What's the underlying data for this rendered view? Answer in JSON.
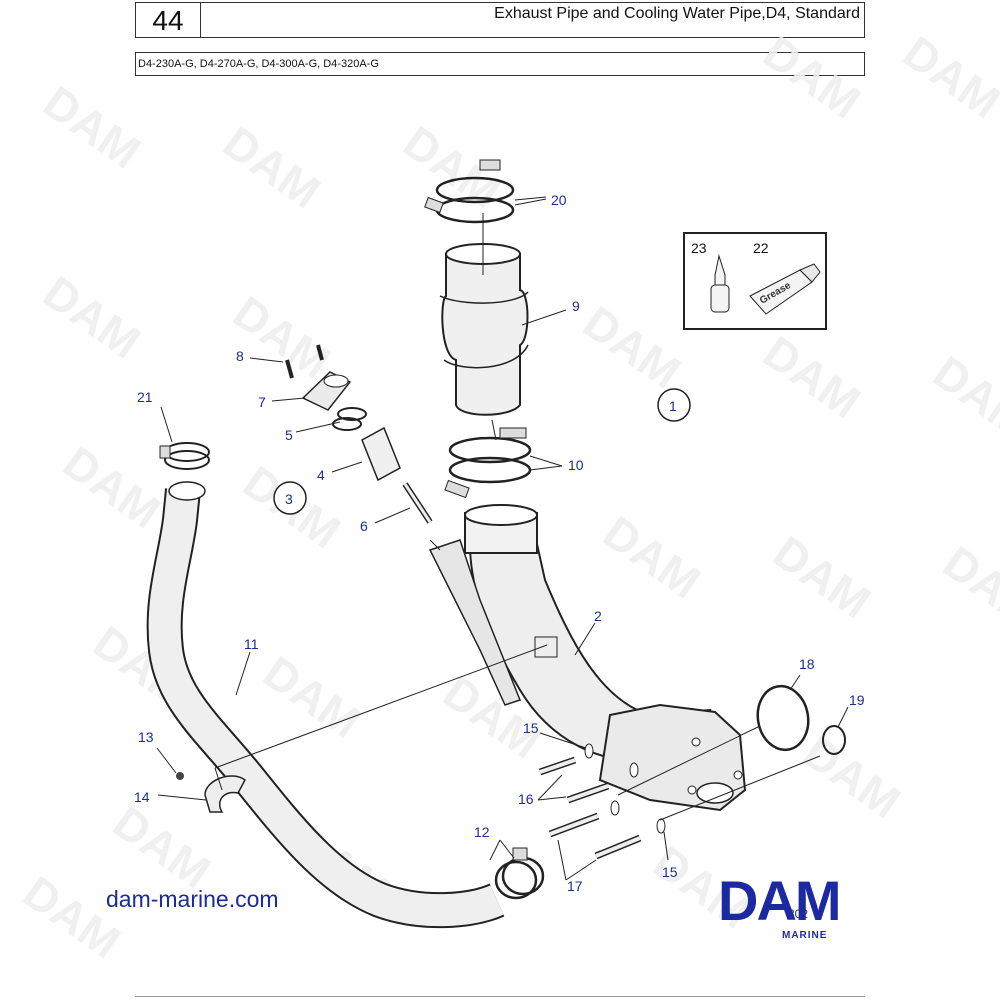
{
  "header": {
    "page_number": "44",
    "title": "Exhaust Pipe and Cooling Water Pipe,D4, Standard",
    "models": "D4-230A-G, D4-270A-G, D4-300A-G, D4-320A-G"
  },
  "inset": {
    "label_left": "23",
    "label_right": "22",
    "tube_text": "Grease"
  },
  "callouts": {
    "c1": "1",
    "c2": "2",
    "c3": "3",
    "c4": "4",
    "c5": "5",
    "c6": "6",
    "c7": "7",
    "c8": "8",
    "c9": "9",
    "c10": "10",
    "c11": "11",
    "c12": "12",
    "c13": "13",
    "c14": "14",
    "c15a": "15",
    "c15b": "15",
    "c16": "16",
    "c17": "17",
    "c18": "18",
    "c19": "19",
    "c20": "20",
    "c21": "21"
  },
  "footer": {
    "website": "dam-marine.com",
    "logo": "DAM",
    "logo_sub": "MARINE",
    "partial_code": "302"
  },
  "colors": {
    "callout": "#1c2f8f",
    "brand": "#1b2aa3",
    "pipe_fill": "#eeeeee",
    "outline": "#222222"
  }
}
